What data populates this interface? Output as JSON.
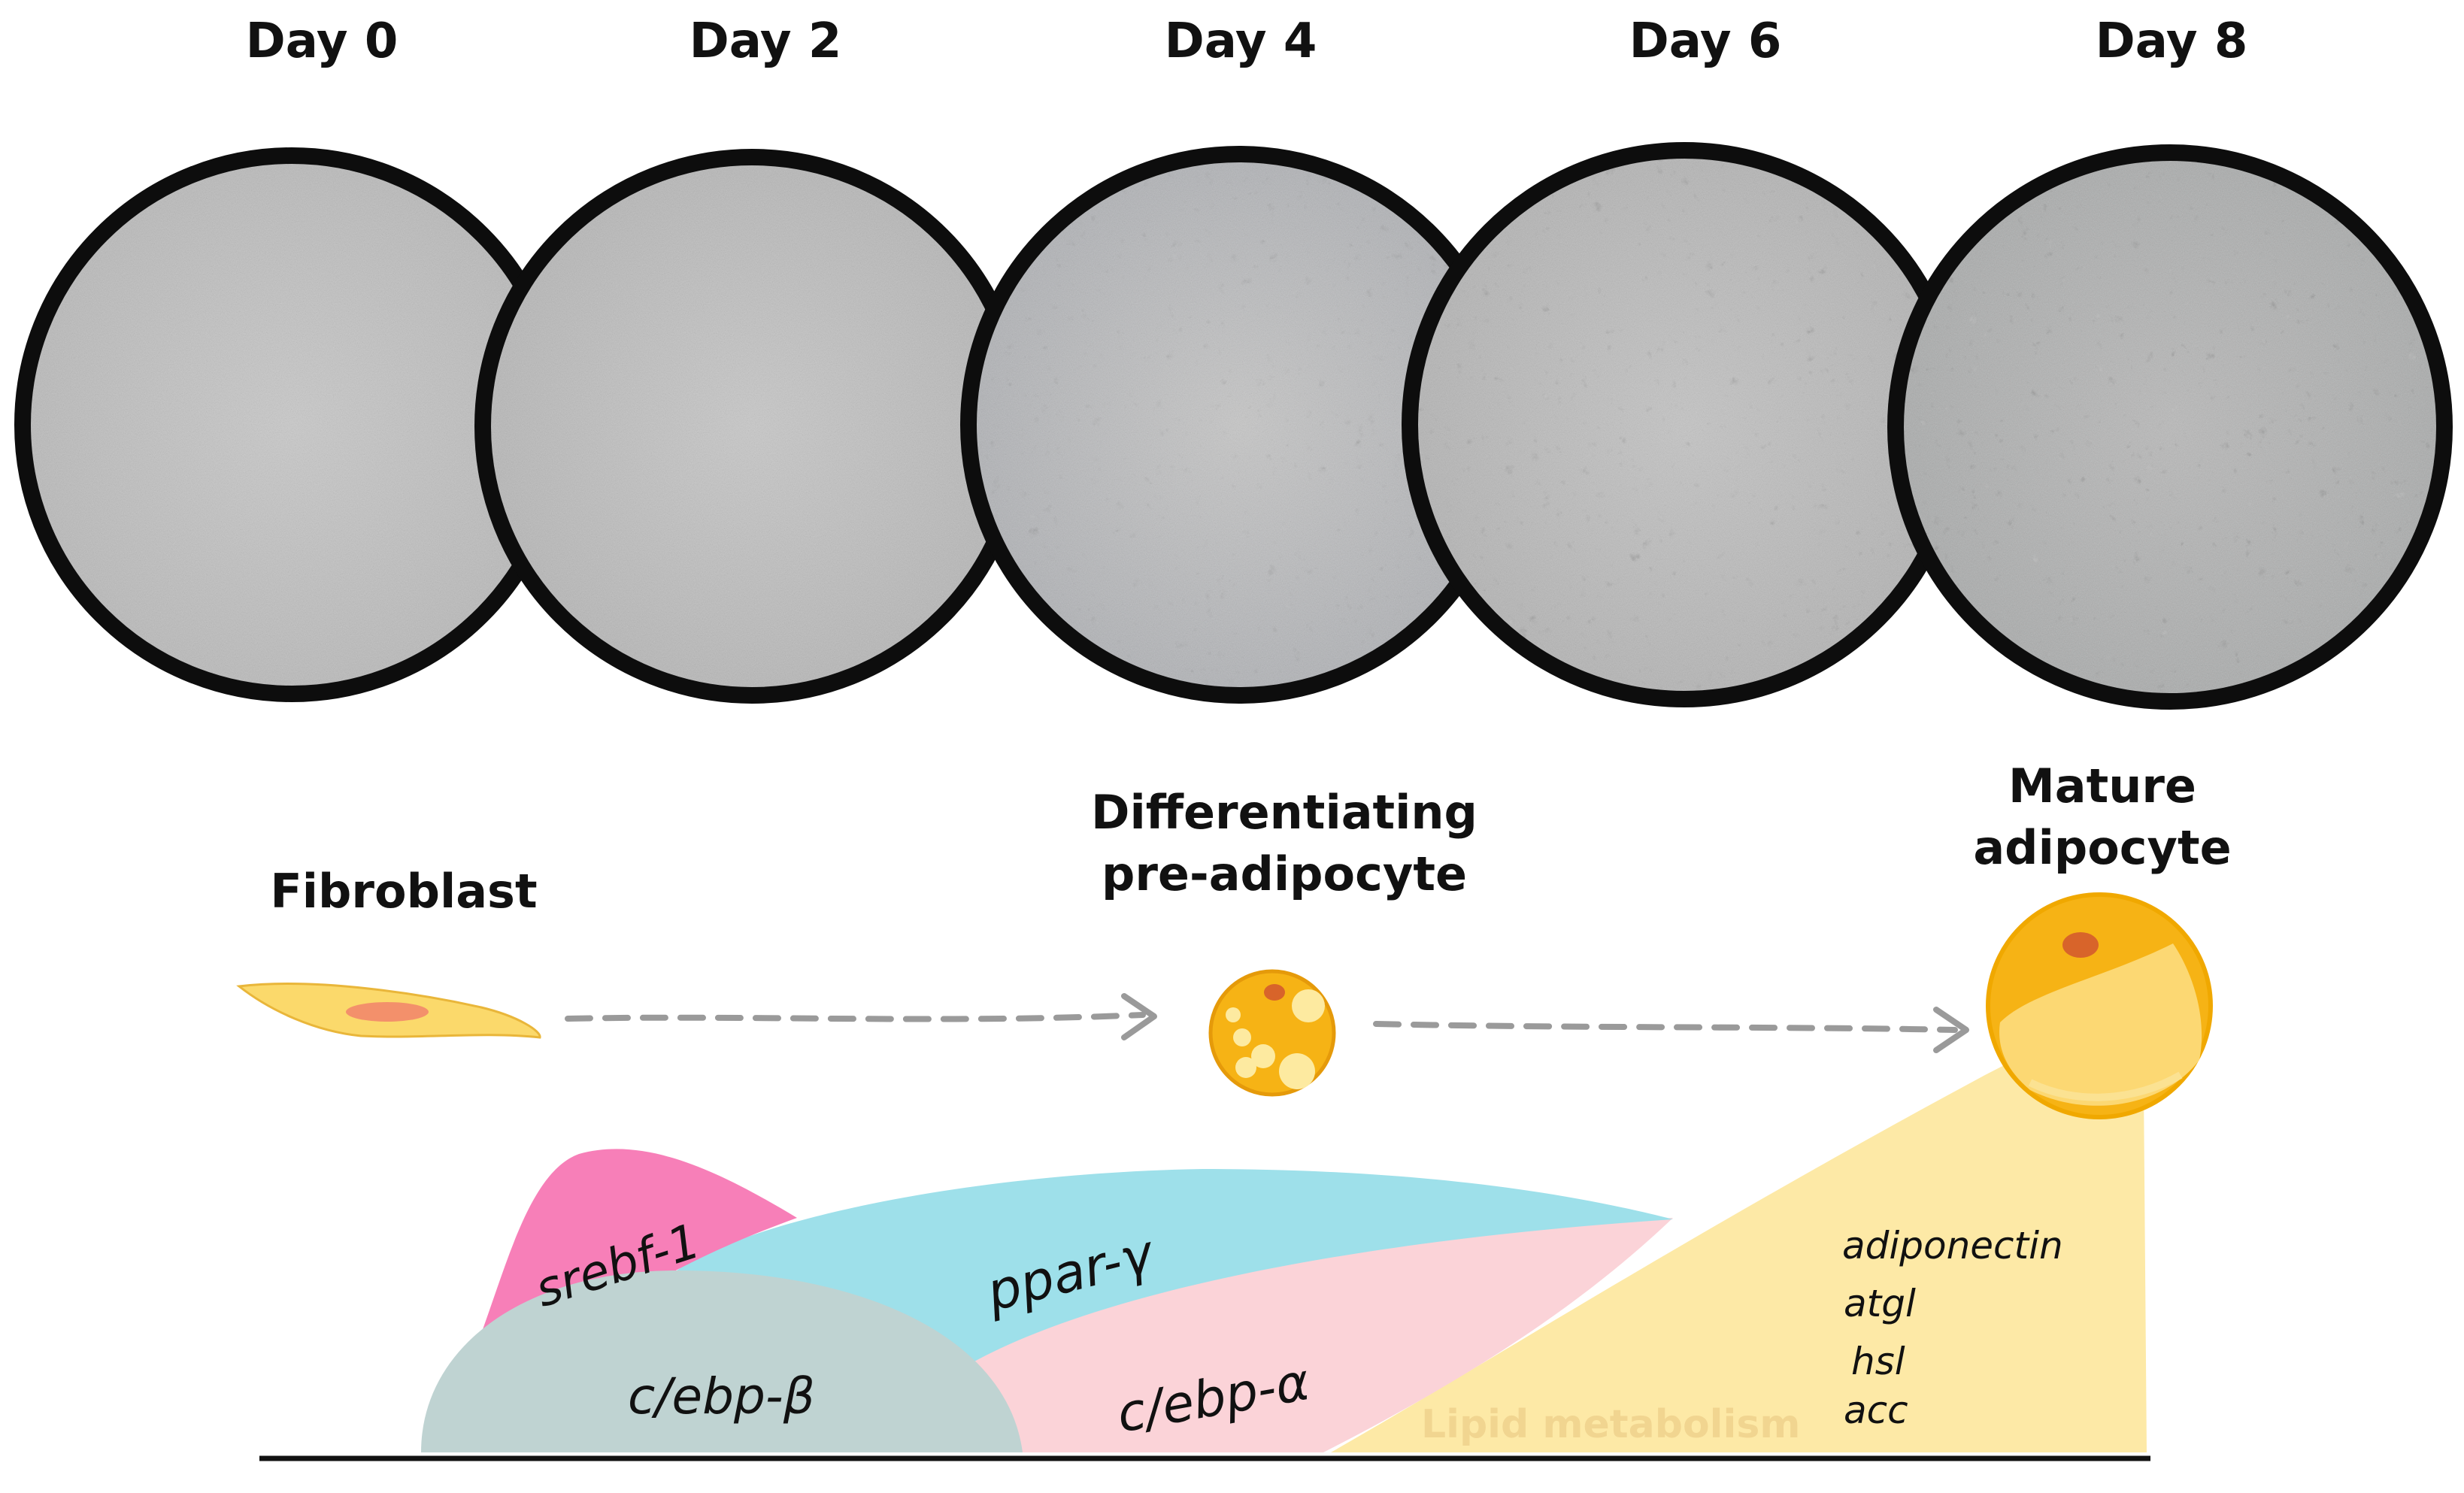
{
  "timeline": {
    "days": [
      "Day 0",
      "Day 2",
      "Day 4",
      "Day 6",
      "Day 8"
    ]
  },
  "stages": {
    "fibroblast": "Fibroblast",
    "differentiating_line1": "Differentiating",
    "differentiating_line2": "pre-adipocyte",
    "mature_line1": "Mature",
    "mature_line2": "adipocyte"
  },
  "genes": {
    "srebf1": "srebf-1",
    "ppar_gamma": "ppar-γ",
    "cebp_beta": "c/ebp-β",
    "cebp_alpha": "c/ebp-α"
  },
  "lipid_metabolism": {
    "label": "Lipid metabolism",
    "markers": [
      "adiponectin",
      "atgl",
      "hsl",
      "acc"
    ]
  },
  "colors": {
    "srebf1": "#f77fb8",
    "ppar_gamma": "#9ee0ea",
    "cebp_beta": "#bfd3d2",
    "cebp_alpha": "#fbd3d8",
    "lipid": "#fde9a6",
    "adipocyte": "#f6b315",
    "fibroblast": "#fbd96b"
  }
}
